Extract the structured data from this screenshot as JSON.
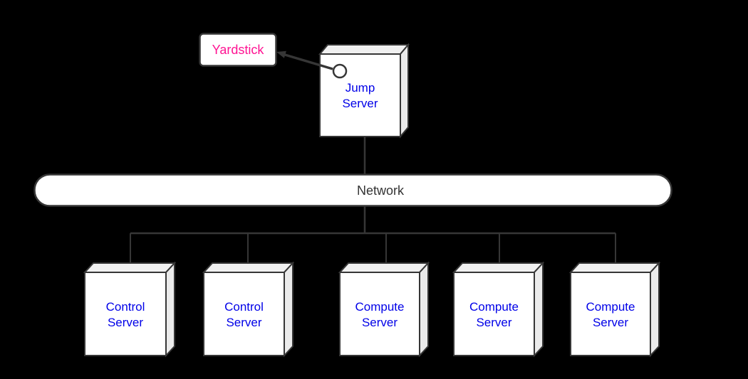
{
  "colors": {
    "bg": "#000000",
    "line": "#363636",
    "fill": "#ffffff",
    "side_top": "#f0f0f0",
    "side_right": "#ebebeb",
    "label_blue": "#0000e8",
    "label_pink": "#ff1493",
    "net_text": "#333333"
  },
  "yardstick": {
    "label": "Yardstick"
  },
  "jump_server": {
    "label": "Jump\nServer"
  },
  "network": {
    "label": "Network"
  },
  "servers": [
    {
      "label": "Control\nServer"
    },
    {
      "label": "Control\nServer"
    },
    {
      "label": "Compute\nServer"
    },
    {
      "label": "Compute\nServer"
    },
    {
      "label": "Compute\nServer"
    }
  ],
  "icons": {
    "port": "port-circle-icon",
    "arrow": "arrowhead-icon"
  }
}
